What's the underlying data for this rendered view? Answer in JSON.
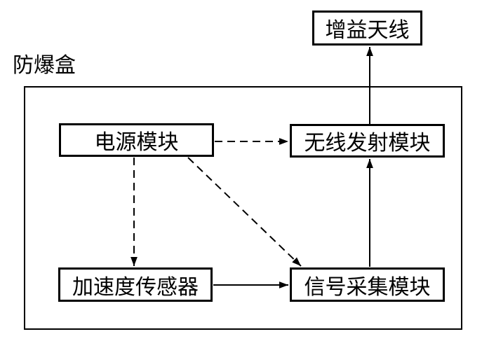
{
  "diagram": {
    "title_hint": "wireless-vibration-sensor-block-diagram",
    "container_label": "防爆盒",
    "nodes": {
      "antenna": {
        "label": "增益天线"
      },
      "power": {
        "label": "电源模块"
      },
      "wireless": {
        "label": "无线发射模块"
      },
      "accel": {
        "label": "加速度传感器"
      },
      "signal": {
        "label": "信号采集模块"
      }
    },
    "edges": [
      {
        "from": "电源模块",
        "to": "无线发射模块",
        "style": "dashed",
        "meaning": "power-feed"
      },
      {
        "from": "电源模块",
        "to": "加速度传感器",
        "style": "dashed",
        "meaning": "power-feed"
      },
      {
        "from": "电源模块",
        "to": "信号采集模块",
        "style": "dashed",
        "meaning": "power-feed"
      },
      {
        "from": "加速度传感器",
        "to": "信号采集模块",
        "style": "solid",
        "meaning": "signal-flow"
      },
      {
        "from": "信号采集模块",
        "to": "无线发射模块",
        "style": "solid",
        "meaning": "signal-flow"
      },
      {
        "from": "无线发射模块",
        "to": "增益天线",
        "style": "solid",
        "meaning": "signal-flow"
      }
    ],
    "colors": {
      "background": "#ffffff",
      "line": "#000000",
      "box_border": "#000000",
      "text": "#000000"
    }
  }
}
